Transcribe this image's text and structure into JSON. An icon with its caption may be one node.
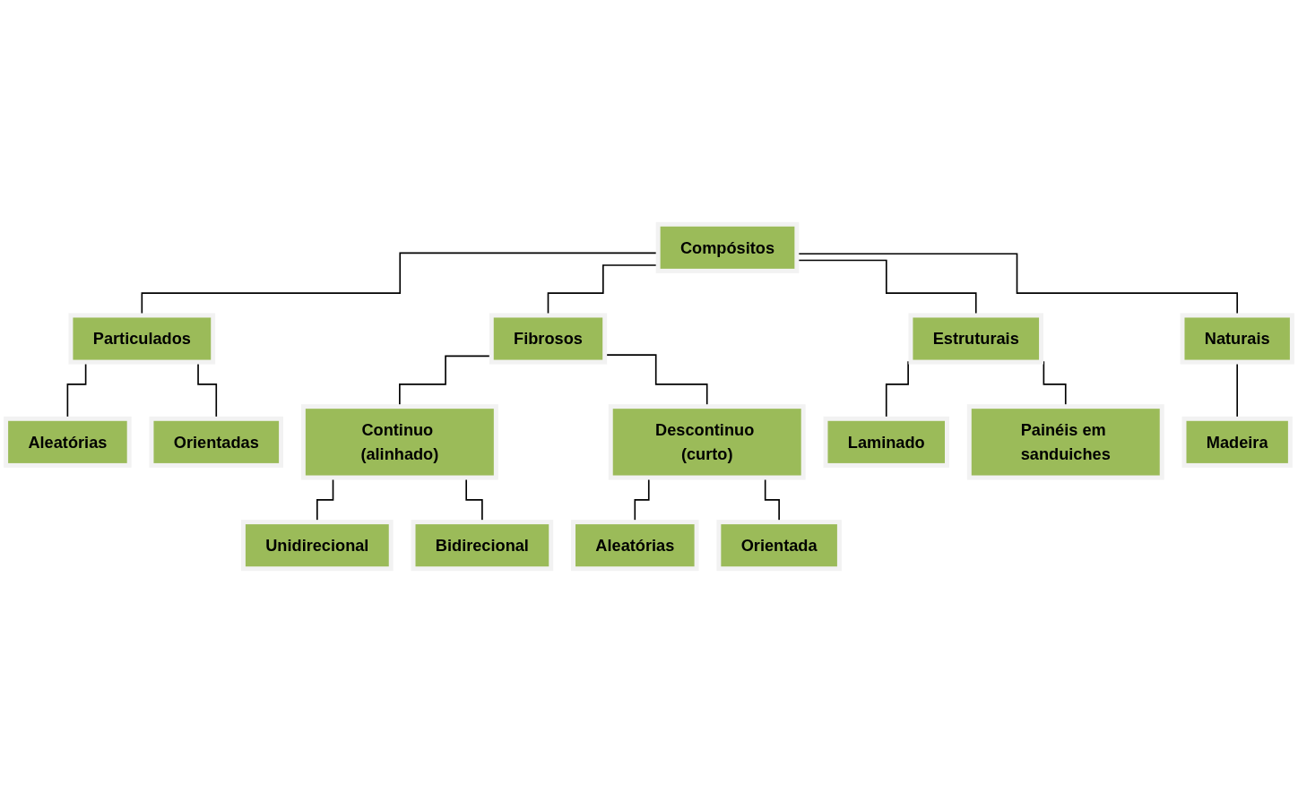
{
  "diagram": {
    "nodes": [
      {
        "text": [
          "Compósitos"
        ]
      },
      {
        "text": [
          "Particulados"
        ]
      },
      {
        "text": [
          "Fibrosos"
        ]
      },
      {
        "text": [
          "Estruturais"
        ]
      },
      {
        "text": [
          "Naturais"
        ]
      },
      {
        "text": [
          "Aleatórias"
        ]
      },
      {
        "text": [
          "Orientadas"
        ]
      },
      {
        "text": [
          "Continuo (alinhado)"
        ]
      },
      {
        "text": [
          "Descontinuo (curto)"
        ]
      },
      {
        "text": [
          "Laminado"
        ]
      },
      {
        "text": [
          "Painéis em sanduiches"
        ]
      },
      {
        "text": [
          "Madeira"
        ]
      },
      {
        "text": [
          "Unidirecional"
        ]
      },
      {
        "text": [
          "Bidirecional"
        ]
      },
      {
        "text": [
          "Aleatórias"
        ]
      },
      {
        "text": [
          "Orientada"
        ]
      }
    ],
    "edges": [
      {
        "from": 0,
        "to": 1,
        "arrow": "none"
      },
      {
        "from": 0,
        "to": 2,
        "arrow": "none"
      },
      {
        "from": 0,
        "to": 3,
        "arrow": "none"
      },
      {
        "from": 0,
        "to": 4,
        "arrow": "none"
      },
      {
        "from": 1,
        "to": 5,
        "arrow": "none"
      },
      {
        "from": 1,
        "to": 6,
        "arrow": "none"
      },
      {
        "from": 2,
        "to": 7,
        "arrow": "none"
      },
      {
        "from": 2,
        "to": 8,
        "arrow": "none"
      },
      {
        "from": 3,
        "to": 9,
        "arrow": "none"
      },
      {
        "from": 3,
        "to": 10,
        "arrow": "none"
      },
      {
        "from": 4,
        "to": 11,
        "arrow": "none"
      },
      {
        "from": 7,
        "to": 12,
        "arrow": "none"
      },
      {
        "from": 7,
        "to": 13,
        "arrow": "none"
      },
      {
        "from": 8,
        "to": 14,
        "arrow": "none"
      },
      {
        "from": 8,
        "to": 15,
        "arrow": "none"
      }
    ]
  }
}
